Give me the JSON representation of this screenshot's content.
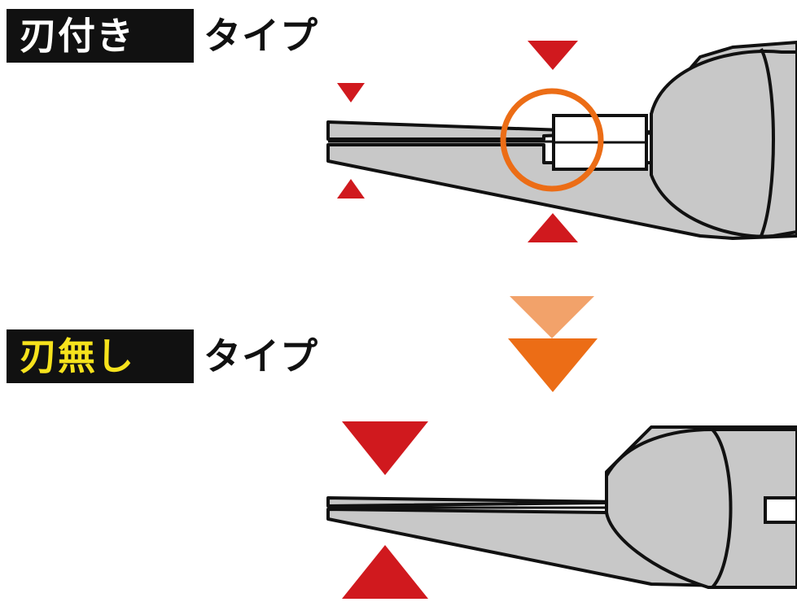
{
  "top_type": {
    "badge": "刃付き",
    "suffix": "タイプ",
    "badge_text_color": "#ffffff"
  },
  "bottom_type": {
    "badge": "刃無し",
    "suffix": "タイプ",
    "badge_text_color": "#f6e21c"
  },
  "colors": {
    "plier_fill": "#c8c8c8",
    "outline": "#111111",
    "marker_red": "#d0191e",
    "circle_orange": "#ec6d16",
    "arrow_light_orange": "#f2a26a",
    "arrow_orange": "#ec6d16"
  }
}
